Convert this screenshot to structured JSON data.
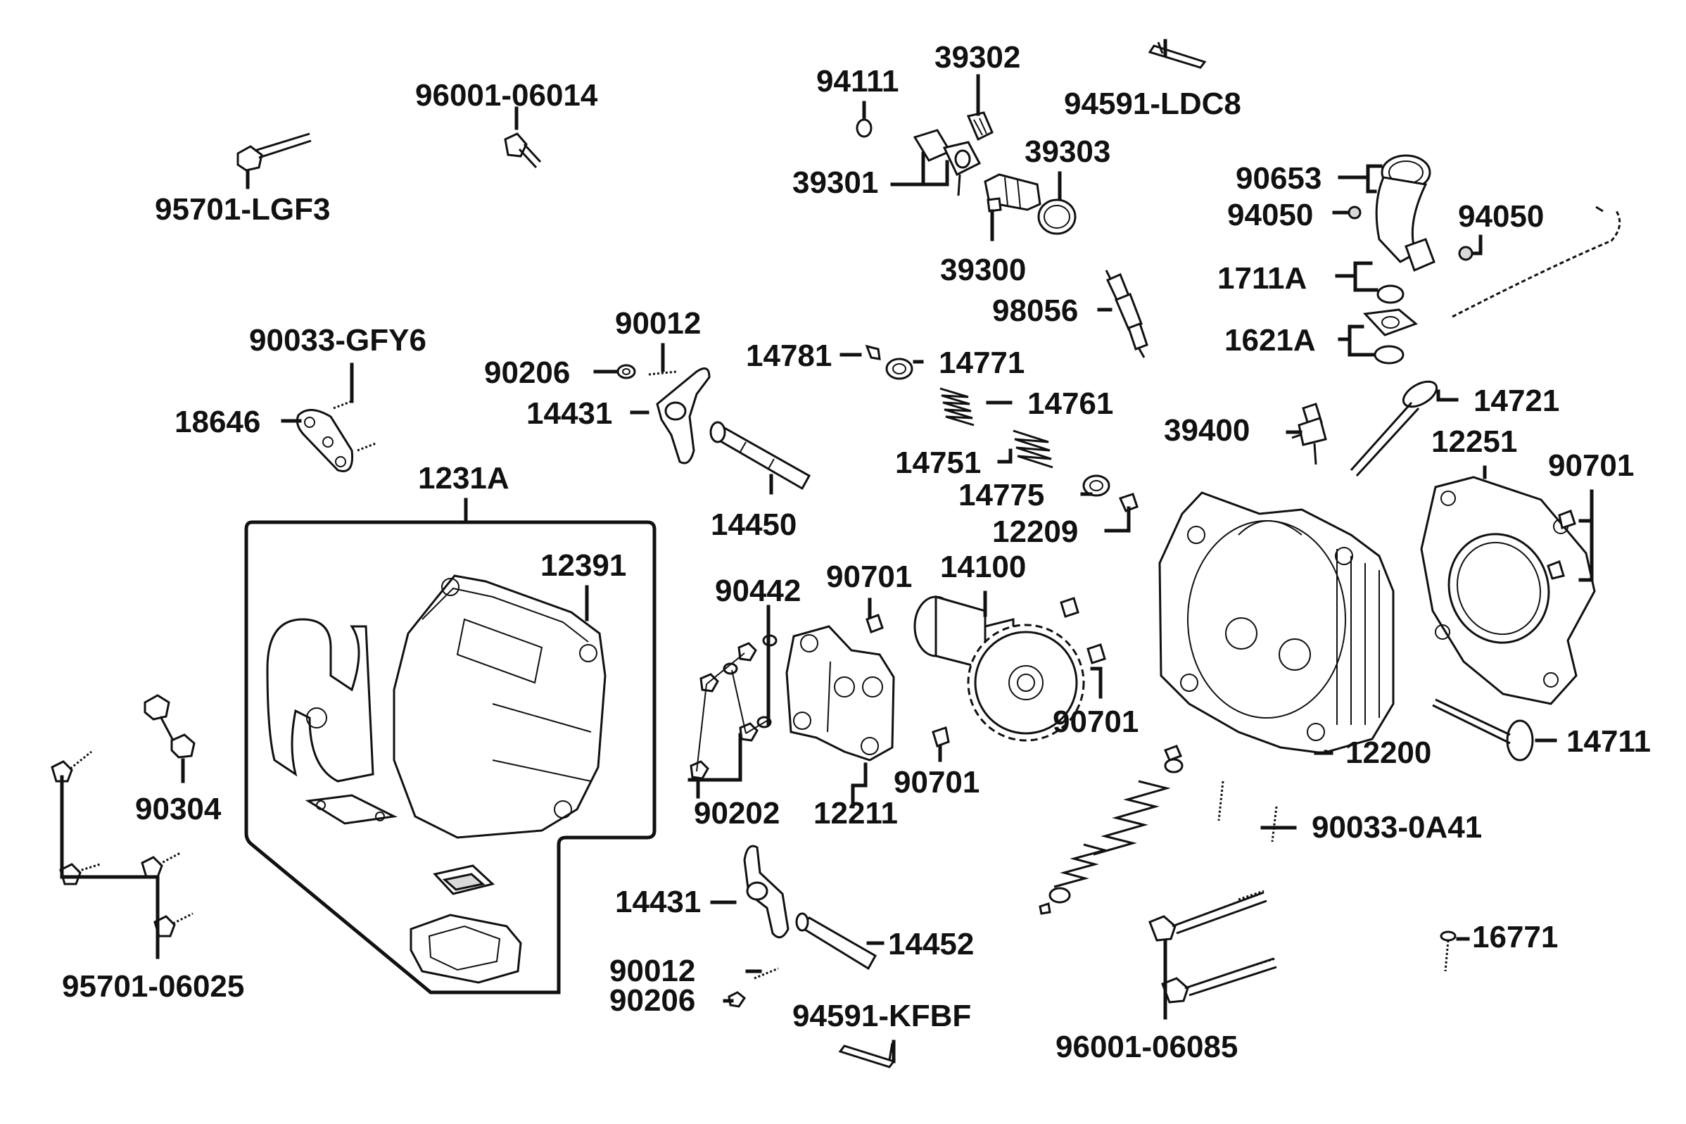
{
  "diagram": {
    "type": "exploded-parts-diagram",
    "subject": "cylinder head assembly",
    "group_labels": {
      "cover_assembly": "1231A"
    },
    "part_labels": {
      "p96001_06014": "96001-06014",
      "p95701_lgf3": "95701-LGF3",
      "p94111": "94111",
      "p39302": "39302",
      "p94591_ldc8": "94591-LDC8",
      "p39301": "39301",
      "p39303": "39303",
      "p39300": "39300",
      "p90653": "90653",
      "p94050_a": "94050",
      "p94050_b": "94050",
      "p1711a": "1711A",
      "p98056": "98056",
      "p1621a": "1621A",
      "p90033_gfy6": "90033-GFY6",
      "p90012_a": "90012",
      "p90206_a": "90206",
      "p14781": "14781",
      "p14771": "14771",
      "p14431_a": "14431",
      "p14761": "14761",
      "p18646": "18646",
      "p39400": "39400",
      "p14721": "14721",
      "p12251": "12251",
      "p14751": "14751",
      "p90701_a": "90701",
      "p14775": "14775",
      "p14450": "14450",
      "p12209": "12209",
      "p12391": "12391",
      "p14100": "14100",
      "p90442": "90442",
      "p90701_b": "90701",
      "p90701_c": "90701",
      "p14711": "14711",
      "p12200": "12200",
      "p90304": "90304",
      "p90202": "90202",
      "p12211": "12211",
      "p90701_d": "90701",
      "p90033_0a41": "90033-0A41",
      "p14431_b": "14431",
      "p14452": "14452",
      "p16771": "16771",
      "p90012_b": "90012",
      "p95701_06025": "95701-06025",
      "p90206_b": "90206",
      "p94591_kfbf": "94591-KFBF",
      "p96001_06085": "96001-06085"
    }
  }
}
